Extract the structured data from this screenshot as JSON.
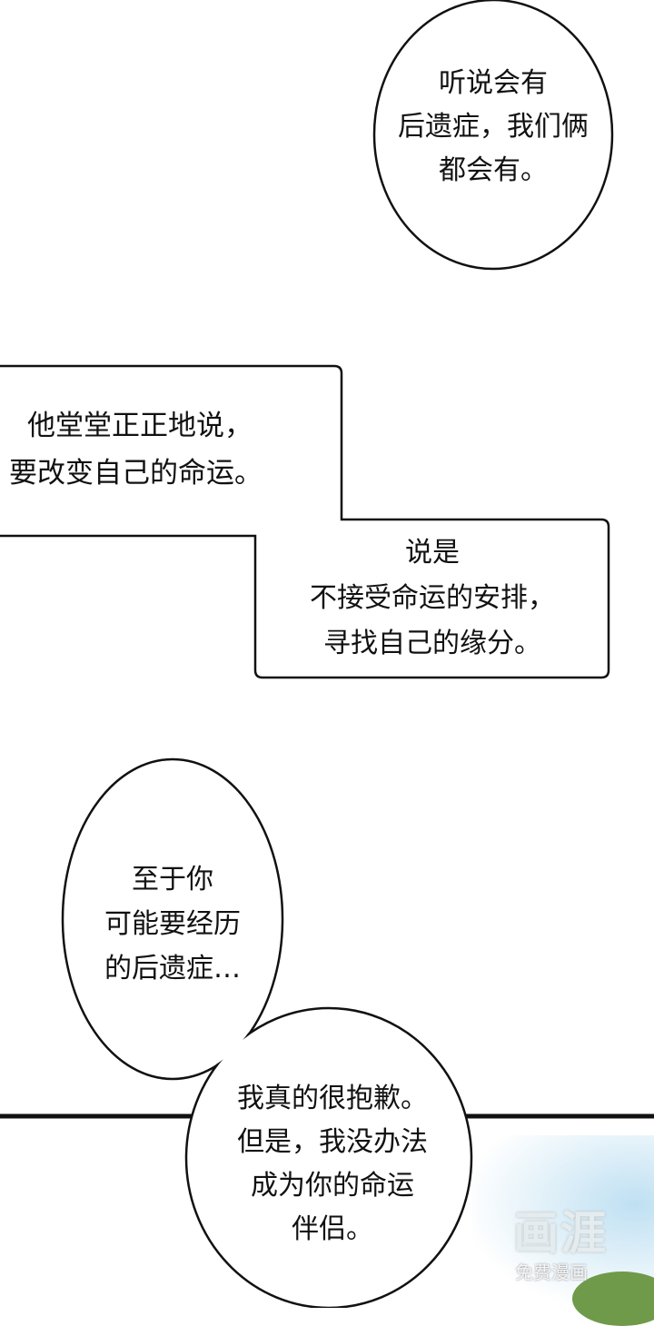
{
  "bubbles": [
    {
      "lines": [
        "听说会有",
        "后遗症，我们俩",
        "都会有。"
      ]
    },
    {
      "lines": [
        "他堂堂正正地说，",
        "要改变自己的命运。"
      ]
    },
    {
      "lines": [
        "说是",
        "不接受命运的安排，",
        "寻找自己的缘分。"
      ]
    },
    {
      "lines": [
        "至于你",
        "可能要经历",
        "的后遗症…"
      ]
    },
    {
      "lines": [
        "我真的很抱歉。",
        "但是，我没办法",
        "成为你的命运",
        "伴侣。"
      ]
    }
  ],
  "watermark": {
    "logo": "画涯",
    "subtitle": "免费漫画"
  }
}
